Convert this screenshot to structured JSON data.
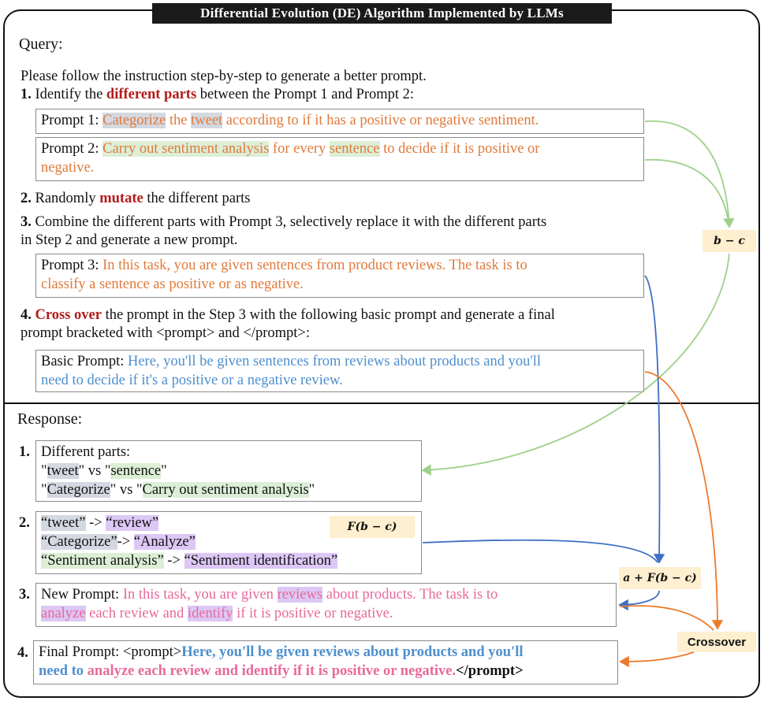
{
  "title": "Differential Evolution (DE) Algorithm Implemented by LLMs",
  "query": {
    "heading": "Query:",
    "intro": "Please follow the instruction step-by-step to generate a better prompt.",
    "step1": {
      "num": "1.",
      "pre": " Identify the ",
      "em": "different parts",
      "post": " between the Prompt 1 and Prompt 2:"
    },
    "prompt1": {
      "label": "Prompt 1: ",
      "p1": "Categorize",
      "p2": " the ",
      "p3": "tweet",
      "p4": " according to if it has a positive or negative sentiment."
    },
    "prompt2": {
      "label": "Prompt 2: ",
      "p1": "Carry out sentiment analysis",
      "p2": " for every ",
      "p3": "sentence",
      "p4": " to decide if it is positive or",
      "line2": "negative."
    },
    "step2": {
      "num": "2.",
      "pre": " Randomly ",
      "em": "mutate",
      "post": " the different parts"
    },
    "step3": {
      "num": "3.",
      "line1": " Combine the different parts with Prompt 3, selectively replace it with the different parts",
      "line2": "in Step 2 and generate a new prompt."
    },
    "prompt3": {
      "label": "Prompt 3: ",
      "line1": "In this task, you are given sentences from product reviews. The task is to",
      "line2": "classify a sentence as  positive or as negative."
    },
    "step4": {
      "num": "4.",
      "em": "Cross over",
      "line1": " the prompt in the Step 3 with the following basic prompt and generate a final",
      "line2": "prompt bracketed with <prompt> and </prompt>:"
    },
    "basic": {
      "label": "Basic Prompt: ",
      "line1": "Here, you'll be given sentences from reviews about products and you'll",
      "line2": "need to decide if it's a positive or a negative review."
    }
  },
  "response": {
    "heading": "Response:",
    "r1": {
      "num": "1.",
      "title": "Different parts:",
      "l1": {
        "a": "\"",
        "b": "tweet",
        "c": "\" vs \"",
        "d": "sentence",
        "e": "\""
      },
      "l2": {
        "a": "\"",
        "b": "Categorize",
        "c": "\" vs \"",
        "d": "Carry out sentiment analysis",
        "e": "\""
      }
    },
    "r2": {
      "num": "2.",
      "l1": {
        "a": "“tweet”",
        "b": " -> ",
        "c": "“review”"
      },
      "l2": {
        "a": "“Categorize”",
        "b": "-> ",
        "c": "“Analyze”"
      },
      "l3": {
        "a": "“Sentiment analysis”",
        "b": " -> ",
        "c": "“Sentiment identification”"
      }
    },
    "r3": {
      "num": "3.",
      "label": "New Prompt: ",
      "a": "In this task, you are given ",
      "b": "reviews",
      "c": " about products. The task is to",
      "d": "analyze",
      "e": " each review and ",
      "f": "identify",
      "g": " if it is positive or negative."
    },
    "r4": {
      "num": "4.",
      "label": "Final Prompt: <prompt>",
      "blue1": "Here, you'll be given reviews about products and you'll",
      "blue2": "need to ",
      "pink": "analyze each review and identify if it is positive or negative.",
      "close": "</prompt>"
    }
  },
  "tags": {
    "b_minus_c": "b − c",
    "f_b_minus_c": "F(b − c)",
    "a_plus": "a + F(b − c)",
    "crossover": "Crossover"
  },
  "colors": {
    "green_arrow": "#9fd08a",
    "blue_arrow": "#3f6fc4",
    "orange_arrow": "#ee7a2c",
    "tag_bg": "#fdefcf"
  }
}
